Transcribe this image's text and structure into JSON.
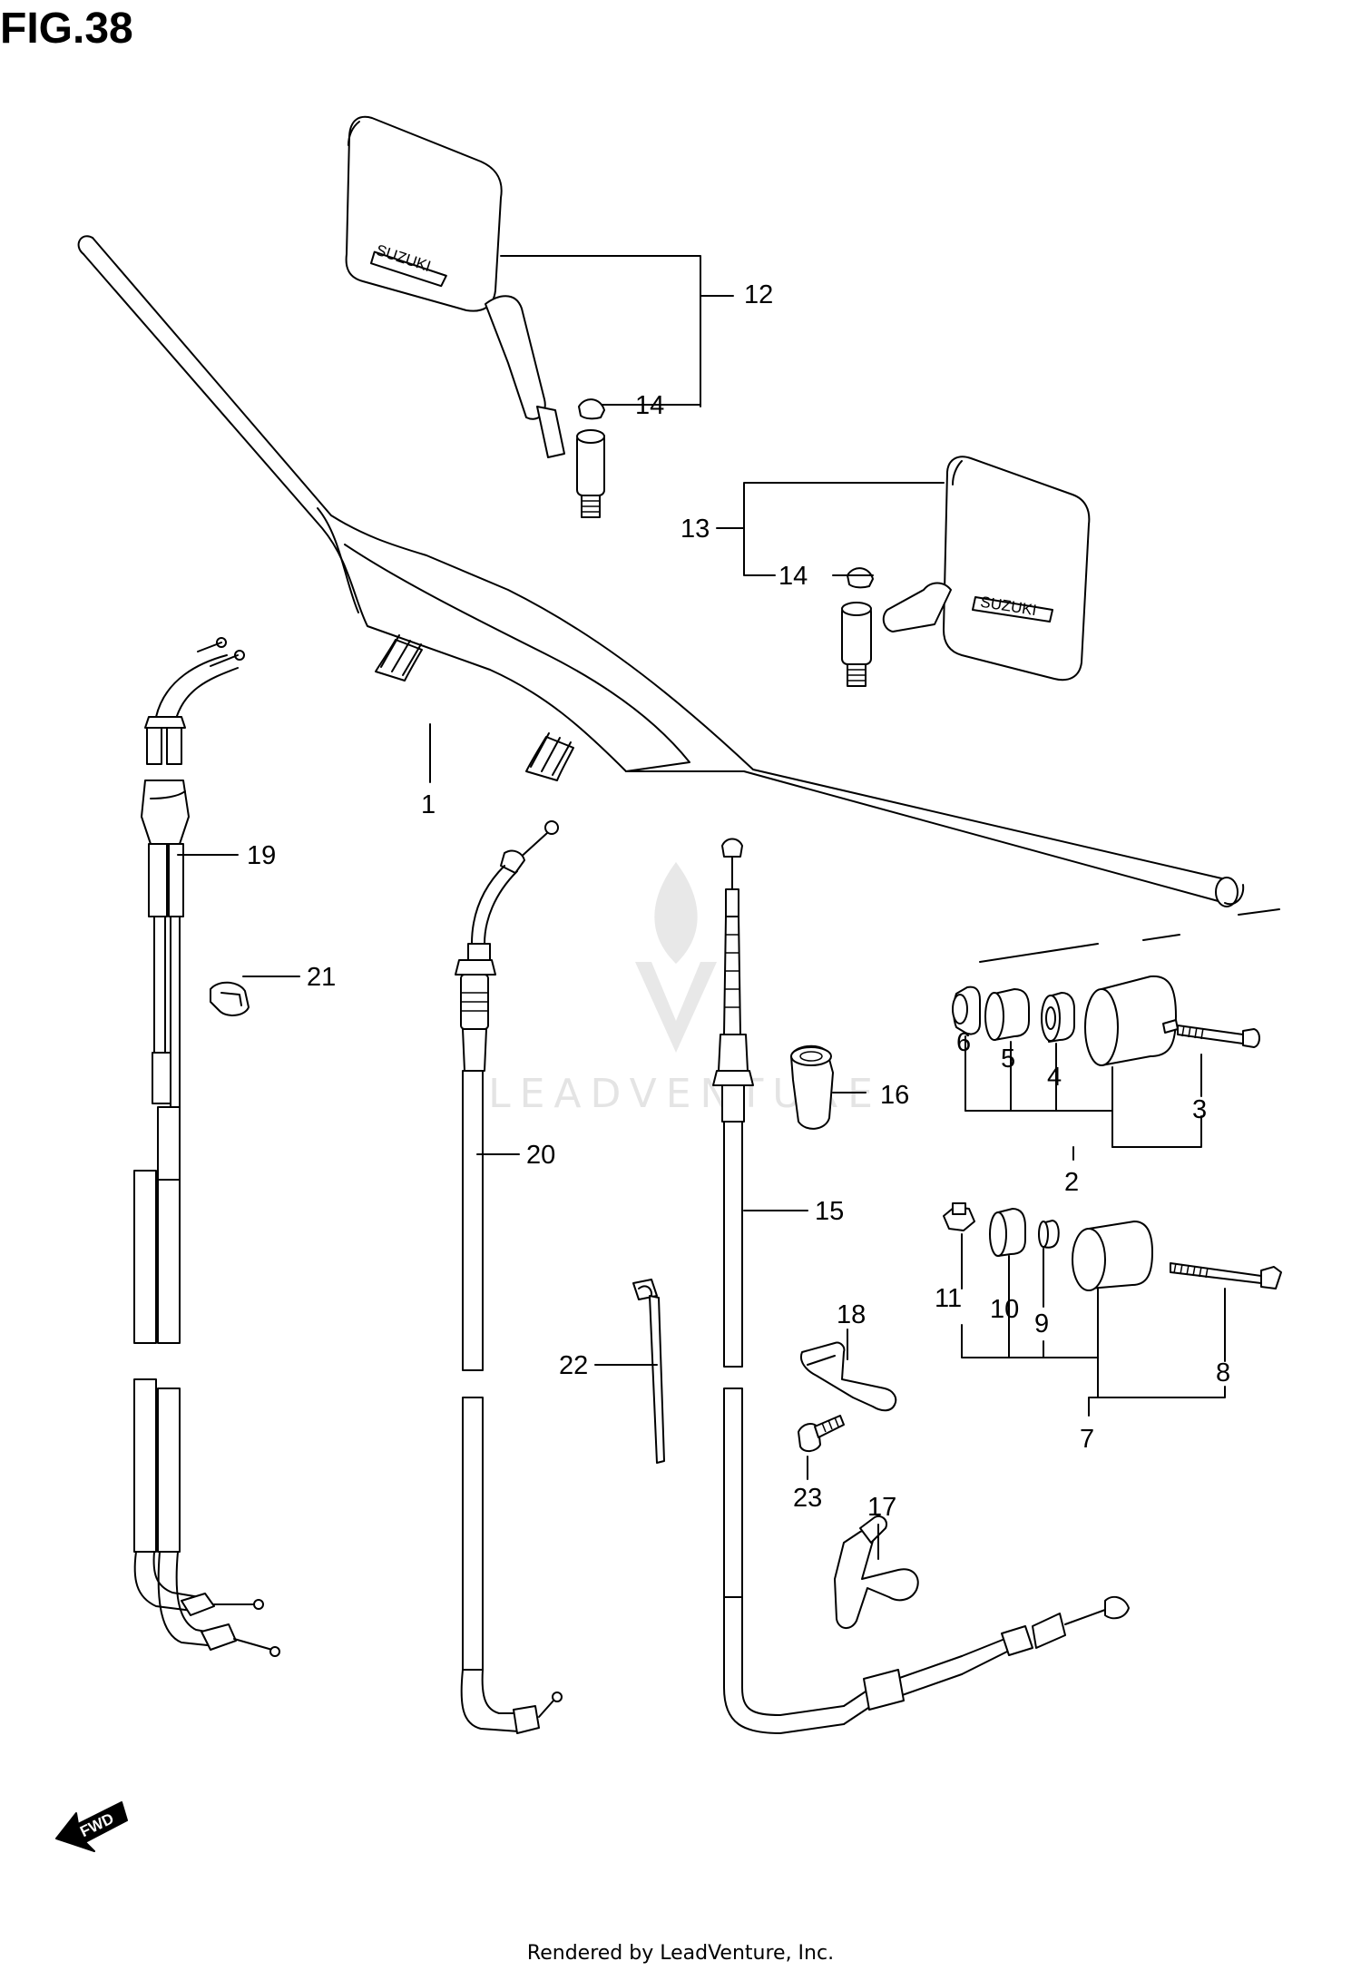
{
  "figure": {
    "title": "FIG.38",
    "footer": "Rendered by LeadVenture, Inc.",
    "watermark": "LEADVENTURE",
    "direction_label": "FWD",
    "mirror_brand_text": "SUZUKI"
  },
  "callouts": {
    "c1": "1",
    "c2": "2",
    "c3": "3",
    "c4": "4",
    "c5": "5",
    "c6": "6",
    "c7": "7",
    "c8": "8",
    "c9": "9",
    "c10": "10",
    "c11": "11",
    "c12": "12",
    "c13": "13",
    "c14a": "14",
    "c14b": "14",
    "c15": "15",
    "c16": "16",
    "c17": "17",
    "c18": "18",
    "c19": "19",
    "c20": "20",
    "c21": "21",
    "c22": "22",
    "c23": "23"
  },
  "colors": {
    "line": "#000000",
    "background": "#ffffff",
    "watermark": "#e4e4e4"
  }
}
